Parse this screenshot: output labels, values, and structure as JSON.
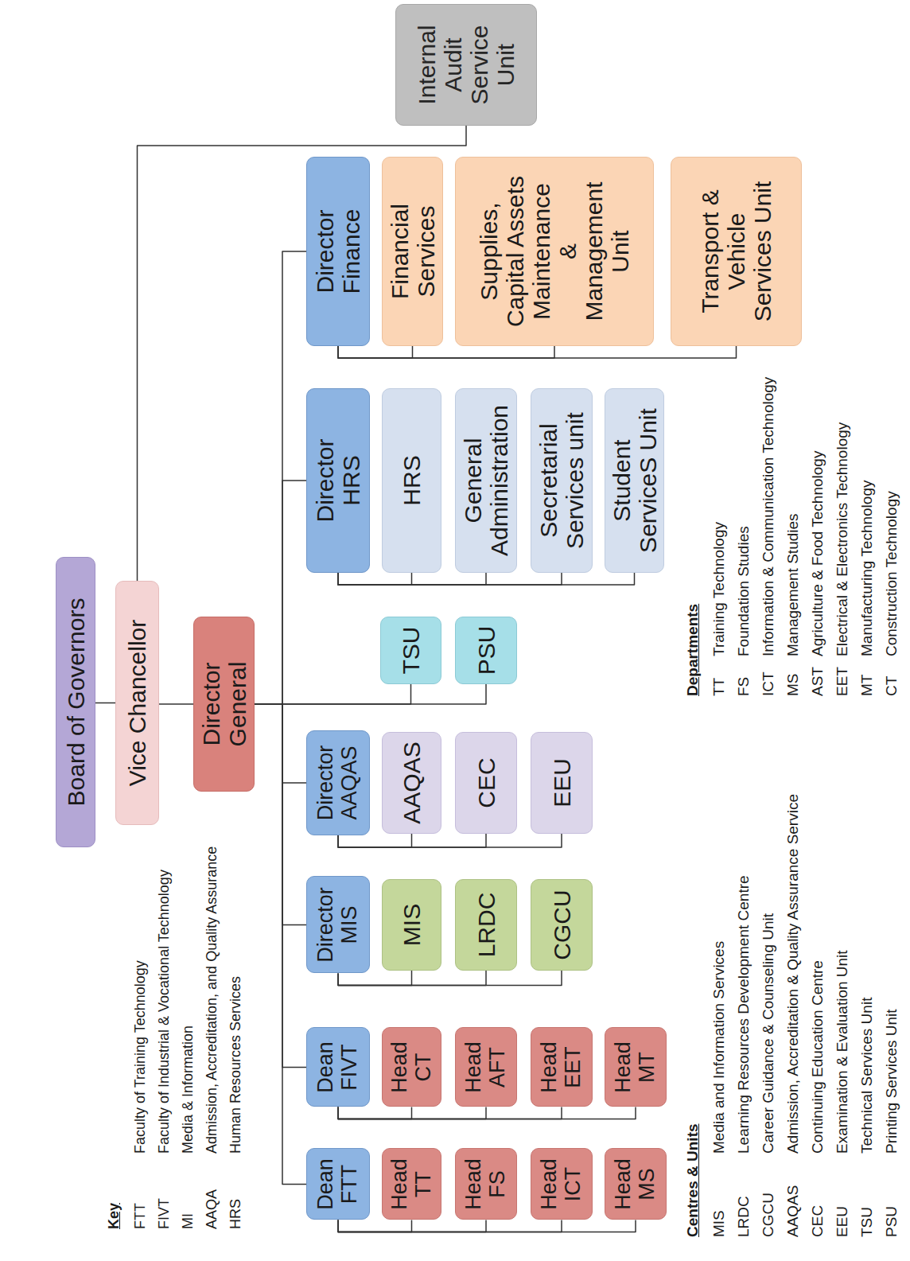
{
  "diagram": {
    "nodes": [
      {
        "text": [
          "Board of Governors"
        ]
      },
      {
        "text": [
          "Vice Chancellor"
        ]
      },
      {
        "text": [
          "Internal Audit Service Unit"
        ]
      },
      {
        "text": [
          "Director General"
        ]
      },
      {
        "text": [
          "Dean FTT"
        ]
      },
      {
        "text": [
          "Dean FIVT"
        ]
      },
      {
        "text": [
          "Director MIS"
        ]
      },
      {
        "text": [
          "Director AAQAS"
        ]
      },
      {
        "text": [
          "Director HRS"
        ]
      },
      {
        "text": [
          "Director Finance"
        ]
      },
      {
        "text": [
          "Head TT"
        ]
      },
      {
        "text": [
          "Head FS"
        ]
      },
      {
        "text": [
          "Head ICT"
        ]
      },
      {
        "text": [
          "Head MS"
        ]
      },
      {
        "text": [
          "Head CT"
        ]
      },
      {
        "text": [
          "Head AFT"
        ]
      },
      {
        "text": [
          "Head EET"
        ]
      },
      {
        "text": [
          "Head MT"
        ]
      },
      {
        "text": [
          "MIS"
        ]
      },
      {
        "text": [
          "LRDC"
        ]
      },
      {
        "text": [
          "CGCU"
        ]
      },
      {
        "text": [
          "AAQAS"
        ]
      },
      {
        "text": [
          "CEC"
        ]
      },
      {
        "text": [
          "EEU"
        ]
      },
      {
        "text": [
          "TSU"
        ]
      },
      {
        "text": [
          "PSU"
        ]
      },
      {
        "text": [
          "HRS"
        ]
      },
      {
        "text": [
          "General Administration"
        ]
      },
      {
        "text": [
          "Secretarial Services unit"
        ]
      },
      {
        "text": [
          "Student ServiceS Unit"
        ]
      },
      {
        "text": [
          "Financial Services"
        ]
      },
      {
        "text": [
          "Supplies, Capital Assets Maintenance & Management Unit"
        ]
      },
      {
        "text": [
          "Transport & Vehicle Services Unit"
        ]
      }
    ],
    "edges": [
      {
        "from": 0,
        "to": 1,
        "arrow": "none"
      },
      {
        "from": 1,
        "to": 3,
        "arrow": "none"
      },
      {
        "from": 1,
        "to": 2,
        "arrow": "none"
      },
      {
        "from": 3,
        "to": 4,
        "arrow": "none"
      },
      {
        "from": 3,
        "to": 5,
        "arrow": "none"
      },
      {
        "from": 3,
        "to": 6,
        "arrow": "none"
      },
      {
        "from": 3,
        "to": 7,
        "arrow": "none"
      },
      {
        "from": 3,
        "to": 8,
        "arrow": "none"
      },
      {
        "from": 3,
        "to": 9,
        "arrow": "none"
      },
      {
        "from": 3,
        "to": 24,
        "arrow": "none"
      },
      {
        "from": 3,
        "to": 25,
        "arrow": "none"
      },
      {
        "from": 4,
        "to": 10,
        "arrow": "none"
      },
      {
        "from": 4,
        "to": 11,
        "arrow": "none"
      },
      {
        "from": 4,
        "to": 12,
        "arrow": "none"
      },
      {
        "from": 4,
        "to": 13,
        "arrow": "none"
      },
      {
        "from": 5,
        "to": 14,
        "arrow": "none"
      },
      {
        "from": 5,
        "to": 15,
        "arrow": "none"
      },
      {
        "from": 5,
        "to": 16,
        "arrow": "none"
      },
      {
        "from": 5,
        "to": 17,
        "arrow": "none"
      },
      {
        "from": 6,
        "to": 18,
        "arrow": "none"
      },
      {
        "from": 6,
        "to": 19,
        "arrow": "none"
      },
      {
        "from": 6,
        "to": 20,
        "arrow": "none"
      },
      {
        "from": 7,
        "to": 21,
        "arrow": "none"
      },
      {
        "from": 7,
        "to": 22,
        "arrow": "none"
      },
      {
        "from": 7,
        "to": 23,
        "arrow": "none"
      },
      {
        "from": 8,
        "to": 26,
        "arrow": "none"
      },
      {
        "from": 8,
        "to": 27,
        "arrow": "none"
      },
      {
        "from": 8,
        "to": 28,
        "arrow": "none"
      },
      {
        "from": 8,
        "to": 29,
        "arrow": "none"
      },
      {
        "from": 9,
        "to": 30,
        "arrow": "none"
      },
      {
        "from": 9,
        "to": 31,
        "arrow": "none"
      },
      {
        "from": 9,
        "to": 32,
        "arrow": "none"
      }
    ],
    "labels": [
      "Key",
      "FTT",
      "Faculty of Training Technology",
      "FIVT",
      "Faculty of Industrial & Vocational Technology",
      "MI",
      "Media & Information",
      "AAQA",
      "Admission, Accreditation, and Quality Assurance",
      "HRS",
      "Human Resources Services",
      "Centres & Units",
      "MIS",
      "Media and Information Services",
      "LRDC",
      "Learning Resources Development Centre",
      "CGCU",
      "Career Guidance & Counseling Unit",
      "AAQAS",
      "Admission, Accreditation & Quality Assurance Service",
      "CEC",
      "Continuing Education Centre",
      "EEU",
      "Examination & Evaluation Unit",
      "TSU",
      "Technical Services Unit",
      "PSU",
      "Printing Services Unit",
      "Departments",
      "TT",
      "Training Technology",
      "FS",
      "Foundation Studies",
      "ICT",
      "Information & Communication Technology",
      "MS",
      "Management Studies",
      "AST",
      "Agriculture & Food Technology",
      "EET",
      "Electrical & Electronics Technology",
      "MT",
      "Manufacturing Technology",
      "CT",
      "Construction Technology"
    ]
  }
}
